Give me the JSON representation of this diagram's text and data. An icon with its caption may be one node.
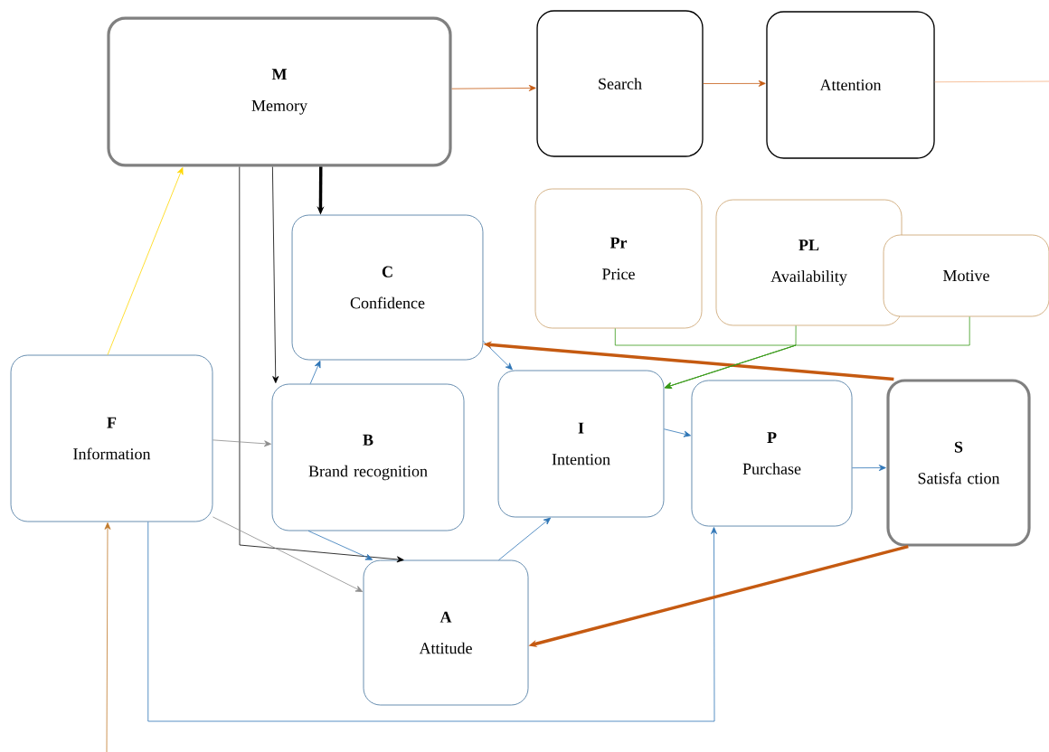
{
  "diagram": {
    "nodes": [
      {
        "text": [
          "M",
          "Memory"
        ]
      },
      {
        "text": [
          "Search"
        ]
      },
      {
        "text": [
          "Attention"
        ]
      },
      {
        "text": [
          "C",
          "Confidence"
        ]
      },
      {
        "text": [
          "Pr",
          "Price"
        ]
      },
      {
        "text": [
          "PL",
          "Availability"
        ]
      },
      {
        "text": [
          "Motive"
        ]
      },
      {
        "text": [
          "F",
          "Information"
        ]
      },
      {
        "text": [
          "B",
          "Brand recognition"
        ]
      },
      {
        "text": [
          "I",
          "Intention"
        ]
      },
      {
        "text": [
          "P",
          "Purchase"
        ]
      },
      {
        "text": [
          "S",
          "Satisfa ction"
        ]
      },
      {
        "text": [
          "A",
          "Attitude"
        ]
      }
    ],
    "edges": [
      {
        "from": 0,
        "to": 1,
        "arrow": "to",
        "color": "#c55a11"
      },
      {
        "from": 1,
        "to": 2,
        "arrow": "to",
        "color": "#c55a11"
      },
      {
        "from": 2,
        "to": null,
        "arrow": "none",
        "color": "#f4b183"
      },
      {
        "from": 0,
        "to": 3,
        "arrow": "to",
        "style": "thick",
        "color": "#000000"
      },
      {
        "from": 0,
        "to": 8,
        "arrow": "to",
        "color": "#000000"
      },
      {
        "from": 0,
        "to": 12,
        "arrow": "to",
        "color": "#000000"
      },
      {
        "from": 7,
        "to": 0,
        "arrow": "to",
        "color": "#ffd700"
      },
      {
        "from": null,
        "to": 7,
        "arrow": "to",
        "color": "#c0792a"
      },
      {
        "from": 7,
        "to": 8,
        "arrow": "to",
        "color": "#8c8c8c"
      },
      {
        "from": 7,
        "to": 12,
        "arrow": "to",
        "color": "#8c8c8c"
      },
      {
        "from": 7,
        "to": 10,
        "arrow": "to"
      },
      {
        "from": 8,
        "to": 3,
        "arrow": "to"
      },
      {
        "from": 8,
        "to": 12,
        "arrow": "to"
      },
      {
        "from": 3,
        "to": 9,
        "arrow": "to"
      },
      {
        "from": 12,
        "to": 9,
        "arrow": "to"
      },
      {
        "from": 9,
        "to": 10,
        "arrow": "to"
      },
      {
        "from": 10,
        "to": 11,
        "arrow": "to"
      },
      {
        "from": 11,
        "to": 3,
        "arrow": "to",
        "style": "thick",
        "color": "#c55a11"
      },
      {
        "from": 11,
        "to": 12,
        "arrow": "to",
        "style": "thick",
        "color": "#c55a11"
      },
      {
        "from": 4,
        "to": 9,
        "arrow": "to",
        "color": "#3a9a1a"
      },
      {
        "from": 5,
        "to": 9,
        "arrow": "to",
        "color": "#3a9a1a"
      },
      {
        "from": 6,
        "to": 9,
        "arrow": "to",
        "color": "#3a9a1a"
      }
    ]
  }
}
